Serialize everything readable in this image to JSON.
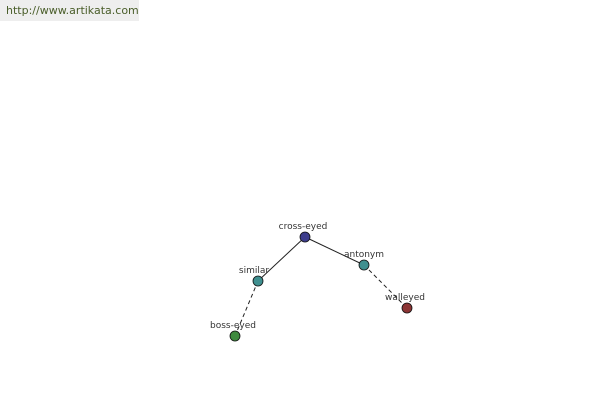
{
  "source": {
    "url_text": "http://www.artikata.com"
  },
  "graph": {
    "colors": {
      "link_text": "#4a5e2a",
      "label_text": "#333333",
      "edge": "#222222",
      "node_stroke": "#111111"
    },
    "nodes": [
      {
        "id": "cross-eyed",
        "label": "cross-eyed",
        "color": "#3d3d8c",
        "icon": "root-node"
      },
      {
        "id": "similar",
        "label": "similar",
        "color": "#3f8f8f",
        "icon": "relation-node"
      },
      {
        "id": "antonym",
        "label": "antonym",
        "color": "#3f8f8f",
        "icon": "relation-node"
      },
      {
        "id": "boss-eyed",
        "label": "boss-eyed",
        "color": "#3f8a3f",
        "icon": "synonym-node"
      },
      {
        "id": "walleyed",
        "label": "walleyed",
        "color": "#8c3535",
        "icon": "antonym-node"
      }
    ],
    "edges": [
      {
        "from": "cross-eyed",
        "to": "similar",
        "style": "solid"
      },
      {
        "from": "cross-eyed",
        "to": "antonym",
        "style": "solid"
      },
      {
        "from": "similar",
        "to": "boss-eyed",
        "style": "dashed"
      },
      {
        "from": "antonym",
        "to": "walleyed",
        "style": "dashed"
      }
    ]
  }
}
